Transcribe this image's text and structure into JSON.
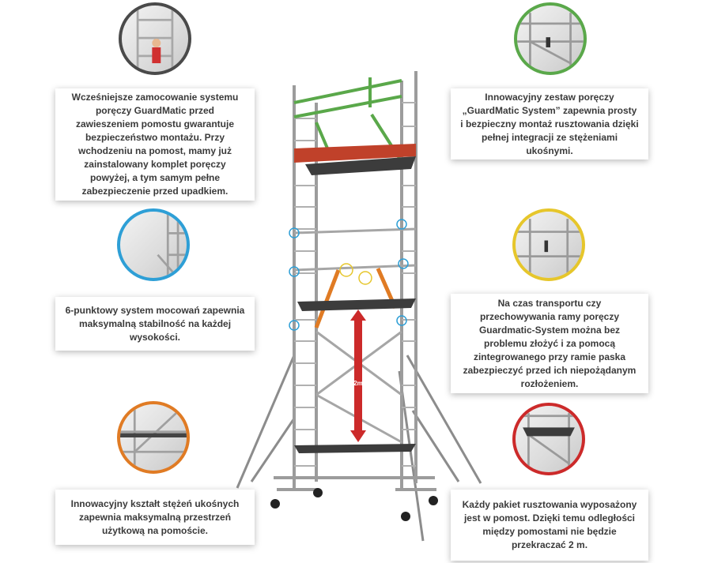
{
  "colors": {
    "dark": "#4a4a4a",
    "green": "#5aa84a",
    "blue": "#2e9fd6",
    "yellow": "#e6c62b",
    "orange": "#e07b24",
    "red": "#cc2a2a",
    "platform": "#c0412a"
  },
  "panels": {
    "top_left": {
      "text": "Wcześniejsze zamocowanie systemu poręczy GuardMatic przed zawieszeniem pomostu gwarantuje bezpieczeństwo montażu. Przy wchodzeniu na pomost, mamy już zainstalowany komplet poręczy powyżej, a tym samym pełne zabezpieczenie przed upadkiem."
    },
    "mid_left": {
      "text": "6-punktowy system mocowań zapewnia maksymalną stabilność na każdej wysokości."
    },
    "bottom_left": {
      "text": "Innowacyjny kształt stężeń ukośnych zapewnia maksymalną przestrzeń użytkową na pomoście."
    },
    "top_right": {
      "text": "Innowacyjny zestaw poręczy „GuardMatic System” zapewnia prosty i bezpieczny montaż rusztowania dzięki pełnej integracji ze stężeniami ukośnymi."
    },
    "mid_right": {
      "text": "Na czas transportu czy przechowywania ramy poręczy Guardmatic-System można bez problemu złożyć i za pomocą zintegrowanego przy ramie paska zabezpieczyć przed ich niepożądanym rozłożeniem."
    },
    "bottom_right": {
      "text": "Każdy pakiet rusztowania wyposażony jest w pomost. Dzięki temu odległości między pomostami nie będzie przekraczać 2 m."
    }
  },
  "scaffold": {
    "height_label": "2m"
  },
  "icons": {
    "dark": "circle-photo-guardrail-mount",
    "green": "circle-photo-guardmatic-rail",
    "blue": "circle-photo-six-point-mount",
    "yellow": "circle-photo-folded-frame",
    "orange": "circle-photo-diagonal-brace",
    "red": "circle-photo-platform-package"
  }
}
